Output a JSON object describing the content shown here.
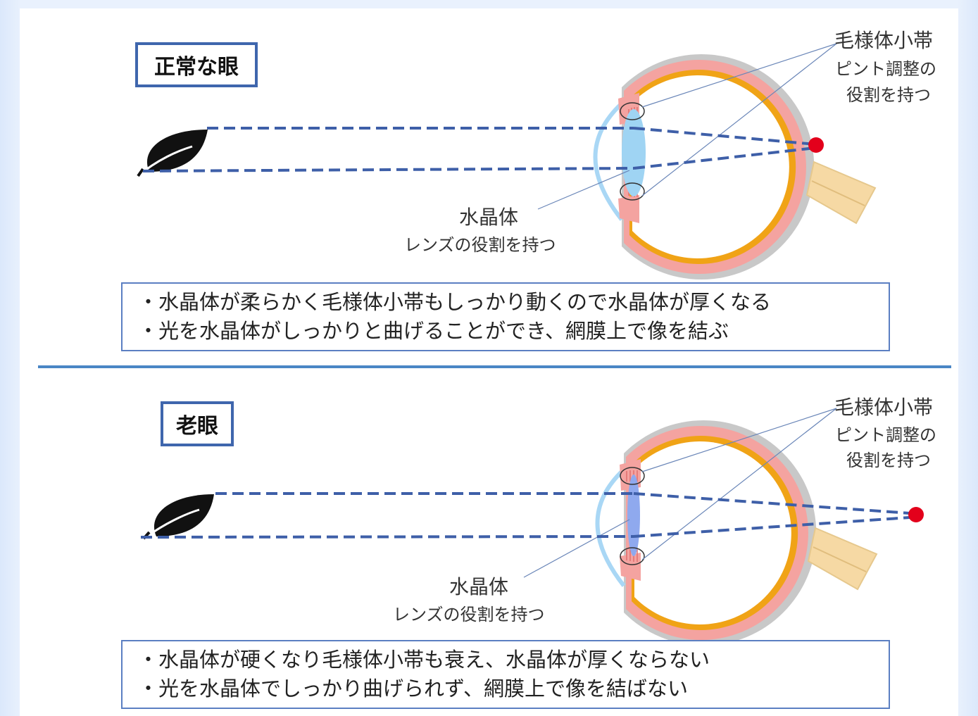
{
  "sections": [
    {
      "title": "正常な眼",
      "zonule_label": "毛様体小帯",
      "zonule_desc_1": "ピント調整の",
      "zonule_desc_2": "役割を持つ",
      "lens_label": "水晶体",
      "lens_desc": "レンズの役割を持つ",
      "notes": [
        "・水晶体が柔らかく毛様体小帯もしっかり動くので水晶体が厚くなる",
        "・光を水晶体がしっかりと曲げることができ、網膜上で像を結ぶ"
      ]
    },
    {
      "title": "老眼",
      "zonule_label": "毛様体小帯",
      "zonule_desc_1": "ピント調整の",
      "zonule_desc_2": "役割を持つ",
      "lens_label": "水晶体",
      "lens_desc": "レンズの役割を持つ",
      "notes": [
        "・水晶体が硬くなり毛様体小帯も衰え、水晶体が厚くならない",
        "・光を水晶体でしっかり曲げられず、網膜上で像を結ばない"
      ]
    }
  ],
  "colors": {
    "title_border": "#3f66ad",
    "ray": "#3e5fa8",
    "focus_point": "#e3001b",
    "sclera": "#c8c8c8",
    "choroid": "#f4a3a0",
    "retina": "#f0a316",
    "lens_normal": "#9fd4f3",
    "lens_presbyopia": "#8fa9ee",
    "cornea": "#a9d7f5",
    "optic_nerve": "#f6d9a4",
    "divider": "#4a86c5"
  }
}
